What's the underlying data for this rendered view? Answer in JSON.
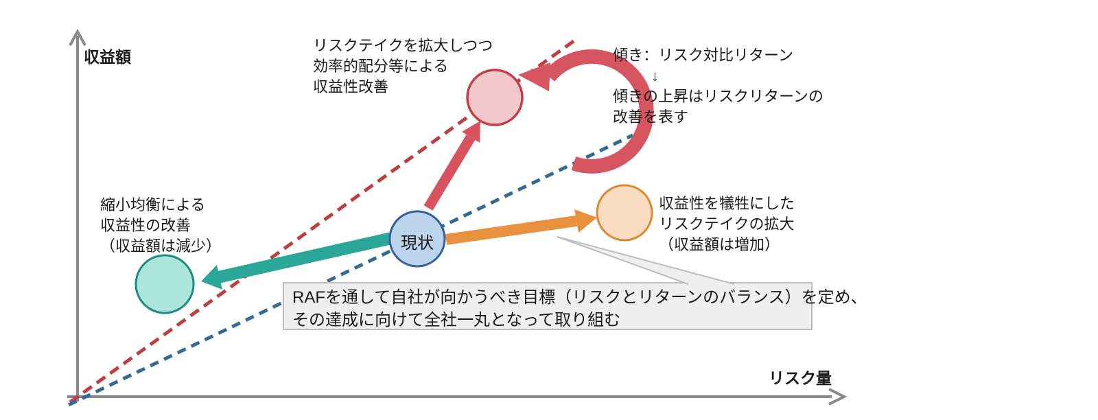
{
  "diagram": {
    "axis": {
      "y_label": "収益額",
      "x_label": "リスク量"
    },
    "nodes": {
      "current": {
        "label": "現状"
      }
    },
    "annotations": {
      "expand_risktake": {
        "lines": [
          "リスクテイクを拡大しつつ",
          "効率的配分等による",
          "収益性改善"
        ]
      },
      "slope_note": {
        "lines": [
          "傾き：リスク対比リターン",
          "↓",
          "傾きの上昇はリスクリターンの",
          "改善を表す"
        ]
      },
      "shrink_balance": {
        "lines": [
          "縮小均衡による",
          "収益性の改善",
          "（収益額は減少）"
        ]
      },
      "sacrifice_profit": {
        "lines": [
          "収益性を犠牲にした",
          "リスクテイクの拡大",
          "（収益額は増加）"
        ]
      },
      "raf_callout": {
        "lines": [
          "RAFを通して自社が向かうべき目標（リスクとリターンのバランス）を定め、",
          "その達成に向けて全社一丸となって取り組む"
        ]
      }
    },
    "colors": {
      "axis_gray": "#8a8a8a",
      "red_dashed_line": "#be3f3f",
      "blue_dashed_line": "#336a96",
      "teal_arrow": "#2ba79a",
      "teal_circle_fill": "#ace5db",
      "teal_circle_border": "#1d8b7e",
      "red_arrow": "#d9535e",
      "pink_circle_fill": "#f2c8cc",
      "pink_circle_border": "#c83c44",
      "orange_arrow": "#e8913f",
      "orange_circle_fill": "#f9dcc2",
      "orange_circle_border": "#dd8a33",
      "current_circle_fill": "#bcd5ec",
      "current_circle_border": "#34619b",
      "curved_arrow": "#d65560",
      "callout_fill": "#efefef",
      "callout_border": "#bdbdbd",
      "text": "#1a1a1a"
    }
  }
}
